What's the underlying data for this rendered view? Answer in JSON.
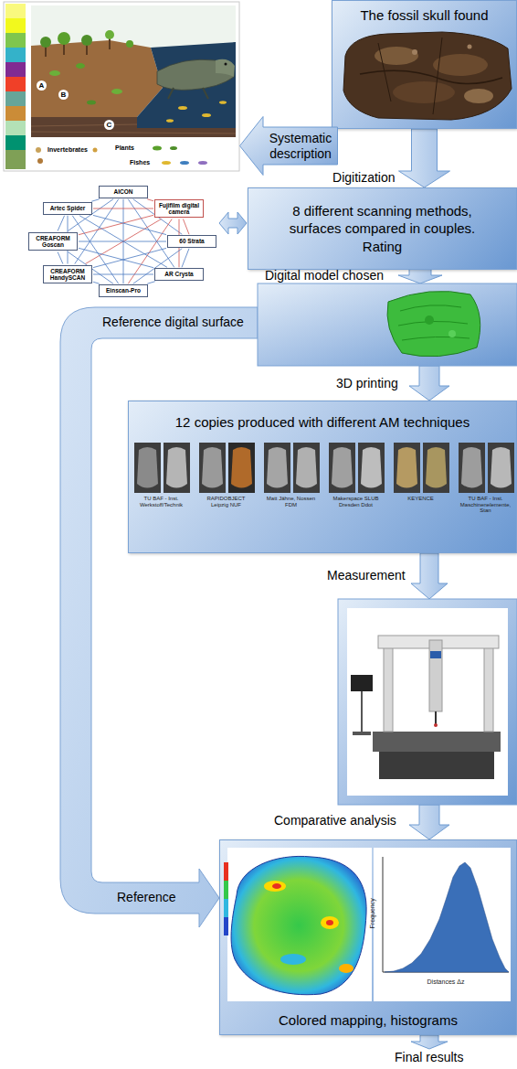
{
  "diagram": {
    "nodes": [
      {
        "text": [
          "The fossil skull found"
        ]
      },
      {
        "text": [
          "Systematic description"
        ]
      },
      {
        "text": [
          "AICON"
        ]
      },
      {
        "text": [
          "Fujifilm digital camera"
        ]
      },
      {
        "text": [
          "60 Strata"
        ]
      },
      {
        "text": [
          "AR Crysta"
        ]
      },
      {
        "text": [
          "Einscan-Pro"
        ]
      },
      {
        "text": [
          "CREAFORM HandySCAN"
        ]
      },
      {
        "text": [
          "CREAFORM Goscan"
        ]
      },
      {
        "text": [
          "Artec Spider"
        ]
      },
      {
        "text": [
          "8 different scanning methods, surfaces compared in couples. Rating"
        ]
      },
      {
        "text": [
          "12 copies produced with different AM techniques"
        ]
      },
      {
        "text": [
          "Colored mapping, histograms"
        ]
      }
    ],
    "edges": [
      {
        "from": 0,
        "to": 10,
        "arrow": "to",
        "label": "Digitization"
      },
      {
        "from": 2,
        "to": 3,
        "arrow": "none"
      },
      {
        "from": 2,
        "to": 4,
        "arrow": "none"
      },
      {
        "from": 2,
        "to": 5,
        "arrow": "none"
      },
      {
        "from": 2,
        "to": 6,
        "arrow": "none"
      },
      {
        "from": 2,
        "to": 7,
        "arrow": "none"
      },
      {
        "from": 2,
        "to": 8,
        "arrow": "none"
      },
      {
        "from": 2,
        "to": 9,
        "arrow": "none"
      },
      {
        "from": 3,
        "to": 4,
        "arrow": "none"
      },
      {
        "from": 3,
        "to": 5,
        "arrow": "none"
      },
      {
        "from": 3,
        "to": 6,
        "arrow": "none"
      },
      {
        "from": 3,
        "to": 7,
        "arrow": "none"
      },
      {
        "from": 3,
        "to": 8,
        "arrow": "none"
      },
      {
        "from": 3,
        "to": 9,
        "arrow": "none"
      },
      {
        "from": 4,
        "to": 5,
        "arrow": "none"
      },
      {
        "from": 4,
        "to": 6,
        "arrow": "none"
      },
      {
        "from": 4,
        "to": 7,
        "arrow": "none"
      },
      {
        "from": 4,
        "to": 8,
        "arrow": "none"
      },
      {
        "from": 4,
        "to": 9,
        "arrow": "none"
      },
      {
        "from": 5,
        "to": 6,
        "arrow": "none"
      },
      {
        "from": 5,
        "to": 7,
        "arrow": "none"
      },
      {
        "from": 5,
        "to": 8,
        "arrow": "none"
      },
      {
        "from": 5,
        "to": 9,
        "arrow": "none"
      },
      {
        "from": 6,
        "to": 7,
        "arrow": "none"
      },
      {
        "from": 6,
        "to": 8,
        "arrow": "none"
      },
      {
        "from": 6,
        "to": 9,
        "arrow": "none"
      },
      {
        "from": 7,
        "to": 8,
        "arrow": "none"
      },
      {
        "from": 7,
        "to": 9,
        "arrow": "none"
      },
      {
        "from": 8,
        "to": 9,
        "arrow": "none"
      }
    ],
    "labels": [
      "Digital model chosen",
      "Reference digital surface",
      "3D printing",
      "Measurement",
      "Comparative analysis",
      "Reference",
      "Final results",
      "Invertebrates",
      "Plants",
      "Fishes",
      "A",
      "B",
      "C",
      "TU BAF - Inst. Werkstoff/Technik",
      "RAPIDOBJECT Leipzig NUF",
      "Matt Jähne, Nossen FDM",
      "Makerspace SLUB Dresden Ddot",
      "KEYENCE",
      "TU BAF - Inst. Maschinenelemente, Stan",
      "Frequency",
      "Distances Δz"
    ]
  }
}
